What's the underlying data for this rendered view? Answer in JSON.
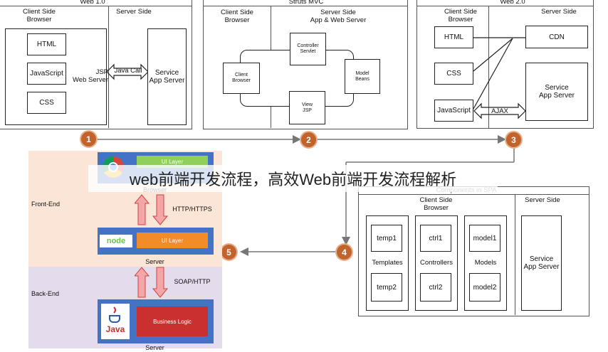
{
  "web1": {
    "title": "Web 1.0",
    "client_side": "Client Side\nBrowser",
    "server_side": "Server Side",
    "html": "HTML",
    "javascript": "JavaScript",
    "css": "CSS",
    "jsp_web_server": "JSP\nWeb Server",
    "java_call": "Java Call",
    "service_app_server": "Service\nApp Server"
  },
  "mvc": {
    "title": "Struts MVC",
    "client_side": "Client Side\nBrowser",
    "server_side": "Server Side\nApp & Web Server",
    "controller": "Controller\nServlet",
    "client_browser": "Client\nBrowser",
    "model": "Model\nBeans",
    "view": "View\nJSP"
  },
  "web2": {
    "title": "Web 2.0",
    "client_side": "Client Side\nBrowser",
    "server_side": "Server Side",
    "html": "HTML",
    "cdn": "CDN",
    "css": "CSS",
    "service_app_server": "Service\nApp Server",
    "javascript": "JavaScript",
    "ajax": "AJAX"
  },
  "steps": [
    "1",
    "2",
    "3",
    "4",
    "5"
  ],
  "caption": "web前端开发流程，高效Web前端开发流程解析",
  "stack": {
    "frontend": "Front-End",
    "backend": "Back-End",
    "ui_layer_top": "UI Layer",
    "browser": "Browser",
    "http": "HTTP/HTTPS",
    "ui_layer": "UI Layer",
    "server_top": "Server",
    "soap": "SOAP/HTTP",
    "business_logic": "Business Logic",
    "server_bottom": "Server",
    "node_logo": "node",
    "java_logo": "Java"
  },
  "spa": {
    "title": "Components in SPA",
    "client_side": "Client Side\nBrowser",
    "server_side": "Server Side",
    "temp1": "temp1",
    "temp2": "temp2",
    "templates": "Templates",
    "ctrl1": "ctrl1",
    "ctrl2": "ctrl2",
    "controllers": "Controllers",
    "model1": "model1",
    "model2": "model2",
    "models": "Models",
    "service_app_server": "Service\nApp Server"
  },
  "colors": {
    "step": "#c0632c",
    "frontend_band": "#fbe5d6",
    "backend_band": "#e4dcec",
    "layer_blue": "#4472c4",
    "layer_orange": "#f28c28",
    "layer_green": "#8fcf5a",
    "layer_red": "#c8312f",
    "arrow_pink": "#f4a6a6"
  }
}
